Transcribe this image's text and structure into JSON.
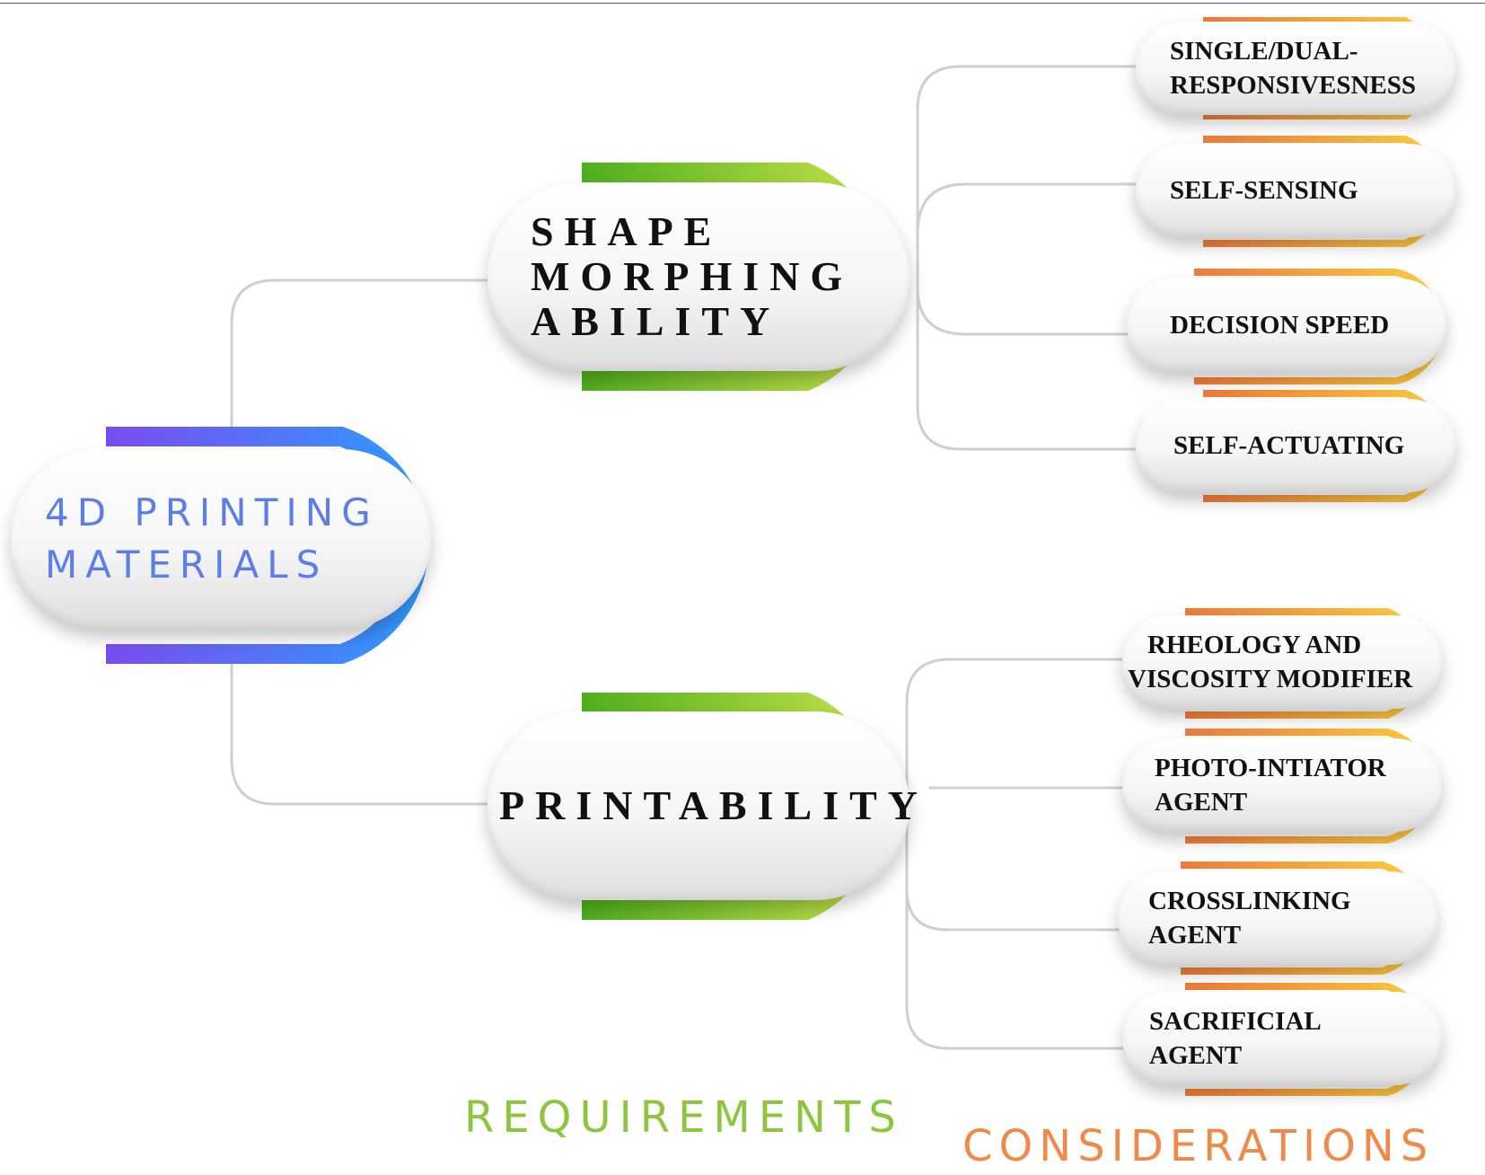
{
  "root": {
    "lines": [
      "4D PRINTING",
      "MATERIALS"
    ]
  },
  "requirements": [
    {
      "lines": [
        "SHAPE",
        "MORPHING",
        "ABILITY"
      ]
    },
    {
      "lines": [
        "PRINTABILITY"
      ]
    }
  ],
  "considerations": [
    {
      "lines": [
        "SINGLE/DUAL-",
        "RESPONSIVESNESS"
      ]
    },
    {
      "lines": [
        "SELF-SENSING"
      ]
    },
    {
      "lines": [
        "DECISION SPEED"
      ]
    },
    {
      "lines": [
        "SELF-ACTUATING"
      ]
    },
    {
      "lines": [
        "RHEOLOGY AND",
        "VISCOSITY MODIFIER"
      ]
    },
    {
      "lines": [
        "PHOTO-INTIATOR",
        "AGENT"
      ]
    },
    {
      "lines": [
        "CROSSLINKING",
        "AGENT"
      ]
    },
    {
      "lines": [
        "SACRIFICIAL",
        "AGENT"
      ]
    }
  ],
  "footer": {
    "requirements_label": "REQUIREMENTS",
    "considerations_label": "CONSIDERATIONS"
  },
  "colors": {
    "root_accent_start": "#7b4cf0",
    "root_accent_end": "#2f9bff",
    "requirement_accent_start": "#4fae1e",
    "requirement_accent_end": "#c5e24a",
    "consideration_accent_start": "#f07b3a",
    "consideration_accent_end": "#ffcf3d",
    "connector": "#cfcfcf",
    "root_text": "#5b7ee8",
    "requirements_label": "#8cc63f",
    "considerations_label": "#f08a4b"
  }
}
